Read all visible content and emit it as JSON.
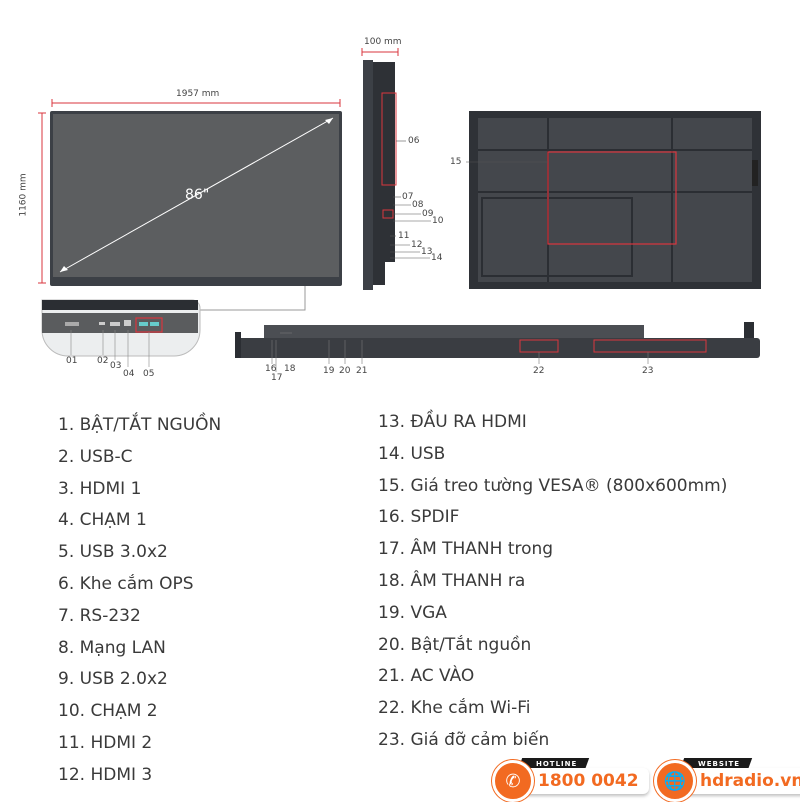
{
  "dimensions": {
    "width": "1957 mm",
    "height": "1160 mm",
    "depth": "100 mm",
    "diagonal": "86\""
  },
  "callouts": {
    "c01": "01",
    "c02": "02",
    "c03": "03",
    "c04": "04",
    "c05": "05",
    "c06": "06",
    "c07": "07",
    "c08": "08",
    "c09": "09",
    "c10": "10",
    "c11": "11",
    "c12": "12",
    "c13": "13",
    "c14": "14",
    "c15": "15",
    "c16": "16",
    "c17": "17",
    "c18": "18",
    "c19": "19",
    "c20": "20",
    "c21": "21",
    "c22": "22",
    "c23": "23"
  },
  "legend_left": [
    "1. BẬT/TẮT NGUỒN",
    "2. USB-C",
    "3. HDMI 1",
    "4. CHẠM 1",
    "5. USB 3.0x2",
    "6. Khe cắm OPS",
    "7. RS-232",
    "8. Mạng LAN",
    "9. USB 2.0x2",
    "10. CHẠM 2",
    "11. HDMI 2",
    "12. HDMI 3"
  ],
  "legend_right": [
    "13. ĐẦU RA HDMI",
    "14. USB",
    "15. Giá treo tường VESA® (800x600mm)",
    "16. SPDIF",
    "17. ÂM THANH trong",
    "18. ÂM THANH ra",
    "19. VGA",
    "20. Bật/Tắt nguồn",
    "21. AC VÀO",
    "22. Khe cắm Wi-Fi",
    "23. Giá đỡ cảm biến"
  ],
  "contact": {
    "hotline_label": "HOTLINE",
    "hotline": "1800 0042",
    "website_label": "WEBSITE",
    "website": "hdradio.vn"
  },
  "colors": {
    "accent": "#f26a21",
    "highlight": "#d9363e",
    "panel": "#5a5c5e",
    "bezel": "#3c4046"
  },
  "icons": {
    "hotline": "phone-icon",
    "website": "globe-icon"
  }
}
